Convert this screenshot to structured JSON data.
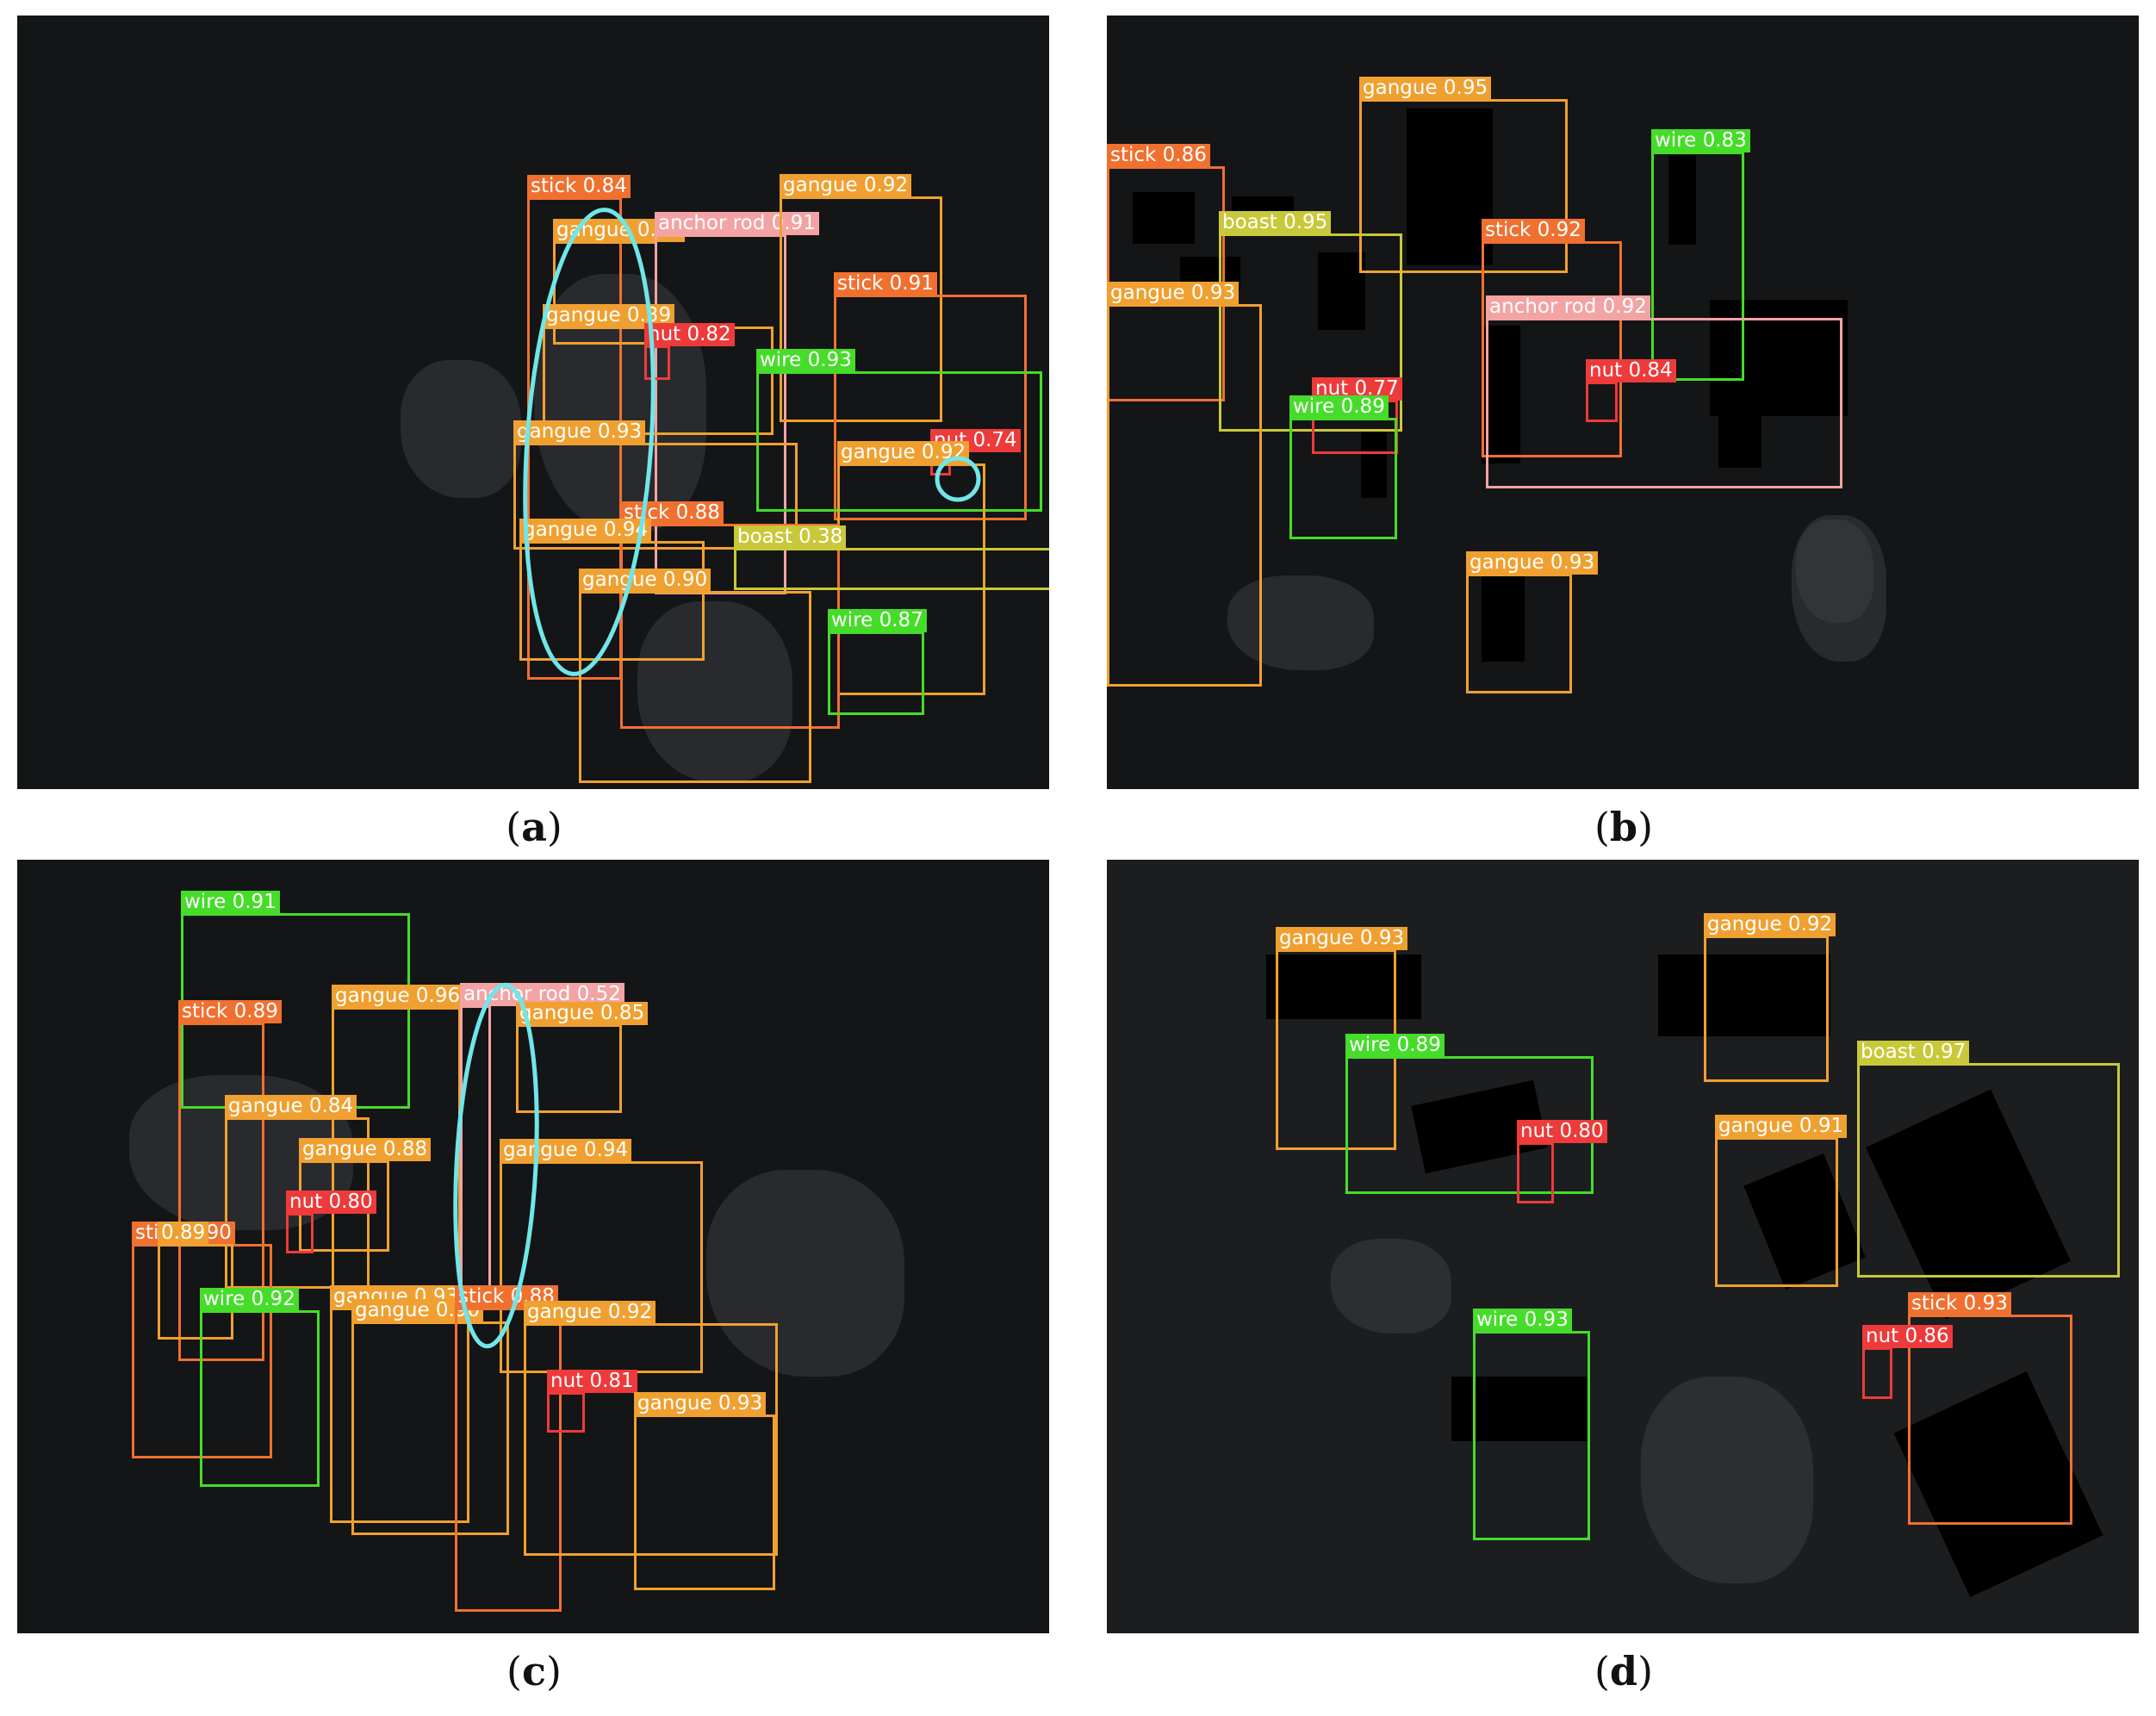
{
  "colors": {
    "gangue": "#f0a030",
    "stick": "#f07030",
    "anchor rod": "#f3a3a3",
    "nut": "#ee3a3a",
    "wire": "#46dc2a",
    "boast": "#c9c83a",
    "highlight": "#6fe6ea"
  },
  "panels": [
    {
      "id": "a",
      "caption": "a",
      "detections": [
        {
          "label": "stick 0.84",
          "cls": "stick"
        },
        {
          "label": "gangue 0.92",
          "cls": "gangue"
        },
        {
          "label": "anchor rod 0.91",
          "cls": "anchor rod"
        },
        {
          "label": "gangue 0.92",
          "cls": "gangue"
        },
        {
          "label": "stick 0.91",
          "cls": "stick"
        },
        {
          "label": "gangue 0.39",
          "cls": "gangue"
        },
        {
          "label": "nut 0.82",
          "cls": "nut"
        },
        {
          "label": "wire 0.93",
          "cls": "wire"
        },
        {
          "label": "gangue 0.93",
          "cls": "gangue"
        },
        {
          "label": "nut 0.74",
          "cls": "nut"
        },
        {
          "label": "gangue 0.92",
          "cls": "gangue"
        },
        {
          "label": "stick 0.88",
          "cls": "stick"
        },
        {
          "label": "gangue 0.94",
          "cls": "gangue"
        },
        {
          "label": "boast 0.38",
          "cls": "boast"
        },
        {
          "label": "gangue 0.90",
          "cls": "gangue"
        },
        {
          "label": "wire 0.87",
          "cls": "wire"
        }
      ]
    },
    {
      "id": "b",
      "caption": "b",
      "detections": [
        {
          "label": "gangue 0.95",
          "cls": "gangue"
        },
        {
          "label": "wire 0.83",
          "cls": "wire"
        },
        {
          "label": "stick 0.86",
          "cls": "stick"
        },
        {
          "label": "boast 0.95",
          "cls": "boast"
        },
        {
          "label": "stick 0.92",
          "cls": "stick"
        },
        {
          "label": "gangue 0.93",
          "cls": "gangue"
        },
        {
          "label": "anchor rod 0.92",
          "cls": "anchor rod"
        },
        {
          "label": "nut 0.84",
          "cls": "nut"
        },
        {
          "label": "nut 0.77",
          "cls": "nut"
        },
        {
          "label": "wire 0.89",
          "cls": "wire"
        },
        {
          "label": "gangue 0.93",
          "cls": "gangue"
        }
      ]
    },
    {
      "id": "c",
      "caption": "c",
      "detections": [
        {
          "label": "wire 0.91",
          "cls": "wire"
        },
        {
          "label": "stick 0.89",
          "cls": "stick"
        },
        {
          "label": "gangue 0.96",
          "cls": "gangue"
        },
        {
          "label": "anchor rod 0.52",
          "cls": "anchor rod"
        },
        {
          "label": "gangue 0.85",
          "cls": "gangue"
        },
        {
          "label": "gangue 0.84",
          "cls": "gangue"
        },
        {
          "label": "gangue 0.88",
          "cls": "gangue"
        },
        {
          "label": "gangue 0.94",
          "cls": "gangue"
        },
        {
          "label": "nut 0.80",
          "cls": "nut"
        },
        {
          "label": "stick 0.90",
          "cls": "stick"
        },
        {
          "label": "0.89",
          "cls": "gangue"
        },
        {
          "label": "wire 0.92",
          "cls": "wire"
        },
        {
          "label": "gangue 0.93",
          "cls": "gangue"
        },
        {
          "label": "gangue 0.90",
          "cls": "gangue"
        },
        {
          "label": "stick 0.88",
          "cls": "stick"
        },
        {
          "label": "gangue 0.92",
          "cls": "gangue"
        },
        {
          "label": "nut 0.81",
          "cls": "nut"
        },
        {
          "label": "gangue 0.93",
          "cls": "gangue"
        }
      ]
    },
    {
      "id": "d",
      "caption": "d",
      "detections": [
        {
          "label": "gangue 0.93",
          "cls": "gangue"
        },
        {
          "label": "gangue 0.92",
          "cls": "gangue"
        },
        {
          "label": "wire 0.89",
          "cls": "wire"
        },
        {
          "label": "boast 0.97",
          "cls": "boast"
        },
        {
          "label": "nut 0.80",
          "cls": "nut"
        },
        {
          "label": "gangue 0.91",
          "cls": "gangue"
        },
        {
          "label": "stick 0.93",
          "cls": "stick"
        },
        {
          "label": "nut 0.86",
          "cls": "nut"
        },
        {
          "label": "wire 0.93",
          "cls": "wire"
        }
      ]
    }
  ]
}
